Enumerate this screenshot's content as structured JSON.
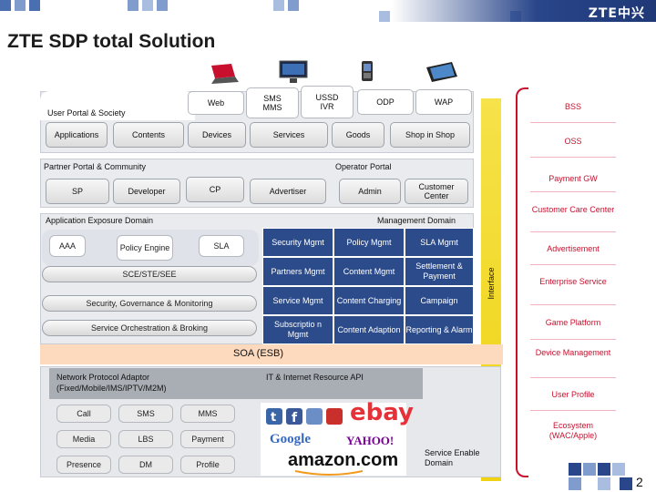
{
  "header": {
    "logo_text": "ZTE中兴",
    "title": "ZTE SDP total Solution",
    "accent_color": "#29468a"
  },
  "devices": [
    {
      "name": "laptop-icon"
    },
    {
      "name": "tv-monitor-icon"
    },
    {
      "name": "mobile-phone-icon"
    },
    {
      "name": "tablet-icon"
    }
  ],
  "channels": {
    "web": "Web",
    "sms_mms": "SMS\nMMS",
    "ussd_ivr": "USSD\nIVR",
    "odp": "ODP",
    "wap": "WAP"
  },
  "user_portal": {
    "title": "User Portal & Society",
    "items": [
      "Applications",
      "Contents",
      "Devices",
      "Services",
      "Goods",
      "Shop in Shop"
    ]
  },
  "partner_portal": {
    "title": "Partner Portal & Community",
    "items": [
      "SP",
      "Developer",
      "CP",
      "Advertiser"
    ]
  },
  "operator_portal": {
    "title": "Operator Portal",
    "items": [
      "Admin",
      "Customer Center"
    ]
  },
  "app_exposure": {
    "title": "Application Exposure Domain",
    "aaa": "AAA",
    "policy_engine": "Policy Engine",
    "sla": "SLA",
    "sce": "SCE/STE/SEE",
    "security": "Security, Governance & Monitoring",
    "orchestration": "Service Orchestration & Broking"
  },
  "management": {
    "title": "Management Domain",
    "rows": [
      [
        "Security Mgmt",
        "Policy Mgmt",
        "SLA Mgmt"
      ],
      [
        "Partners Mgmt",
        "Content Mgmt",
        "Settlement & Payment"
      ],
      [
        "Service Mgmt",
        "Content Charging",
        "Campaign"
      ],
      [
        "Subscriptio n Mgmt",
        "Content Adaption",
        "Reporting & Alarm"
      ]
    ]
  },
  "interface_label": "Interface",
  "soa_label": "SOA (ESB)",
  "network": {
    "title": "Network Protocol Adaptor\n(Fixed/Mobile/IMS/IPTV/M2M)",
    "rows": [
      [
        "Call",
        "SMS",
        "MMS"
      ],
      [
        "Media",
        "LBS",
        "Payment"
      ],
      [
        "Presence",
        "DM",
        "Profile"
      ]
    ]
  },
  "it_resource": {
    "title": "IT & Internet Resource API",
    "enable_label": "Service Enable Domain",
    "brands": {
      "ebay": "ebay",
      "google": "Google",
      "yahoo": "YAHOO!",
      "amazon": "amazon.com"
    }
  },
  "right_list": [
    "BSS",
    "OSS",
    "Payment GW",
    "Customer Care Center",
    "Advertisement",
    "Enterprise Service",
    "Game Platform",
    "Device Management",
    "User Profile",
    "Ecosystem (WAC/Apple)"
  ],
  "right_accent": "#c8102e",
  "page_number": "2"
}
